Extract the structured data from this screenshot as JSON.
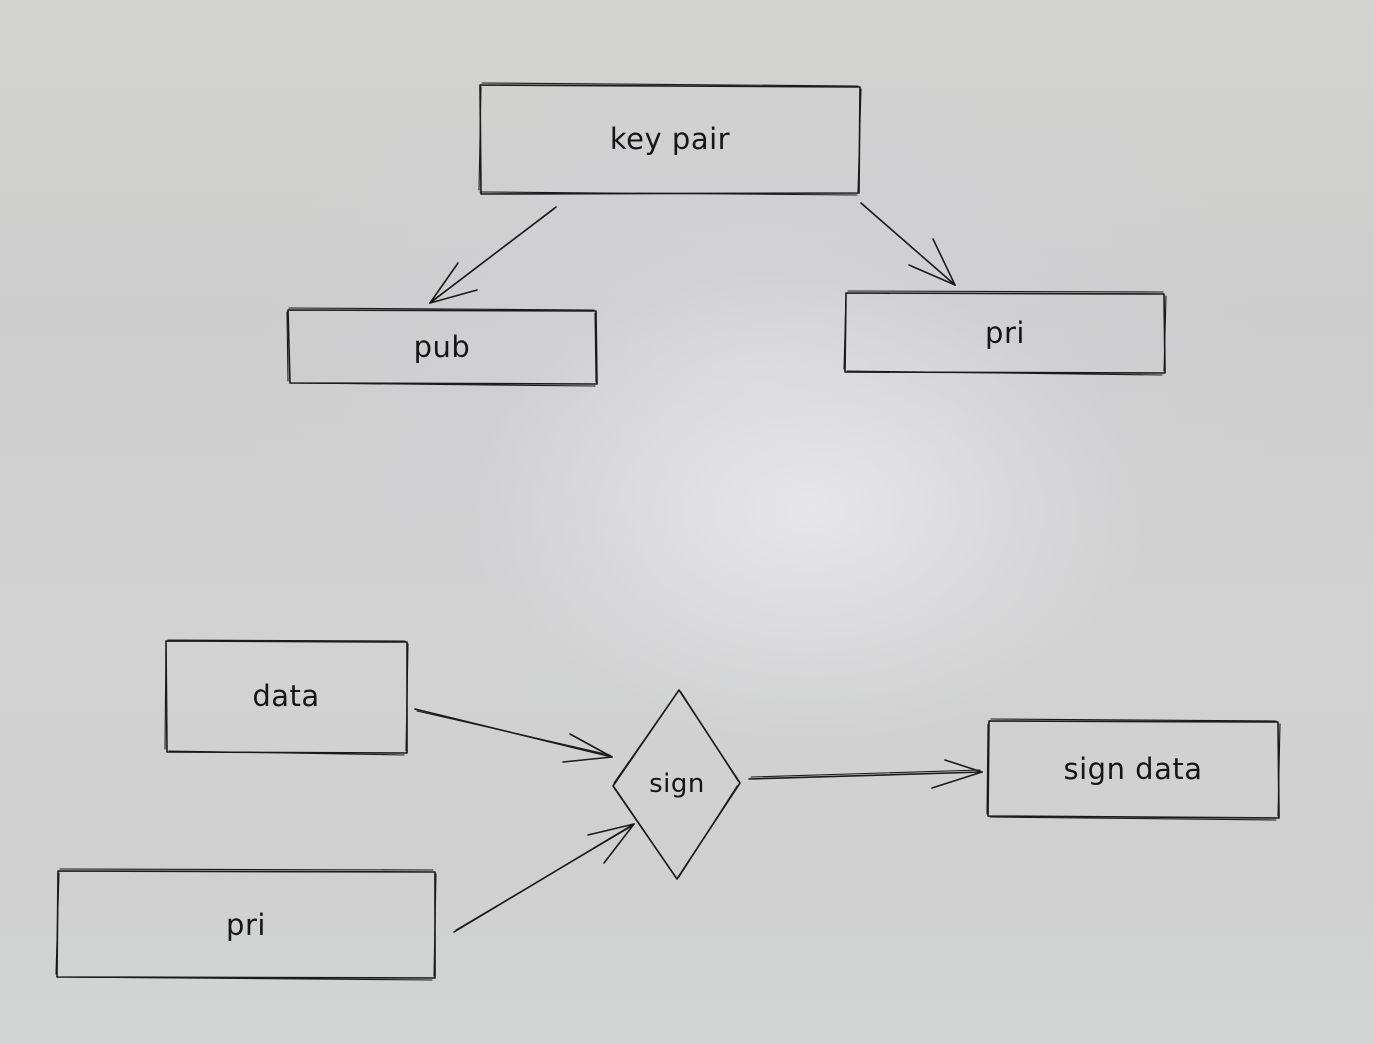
{
  "nodes": {
    "key_pair": "key pair",
    "pub": "pub",
    "pri_top": "pri",
    "data": "data",
    "pri_bottom": "pri",
    "sign": "sign",
    "sign_data": "sign data"
  }
}
